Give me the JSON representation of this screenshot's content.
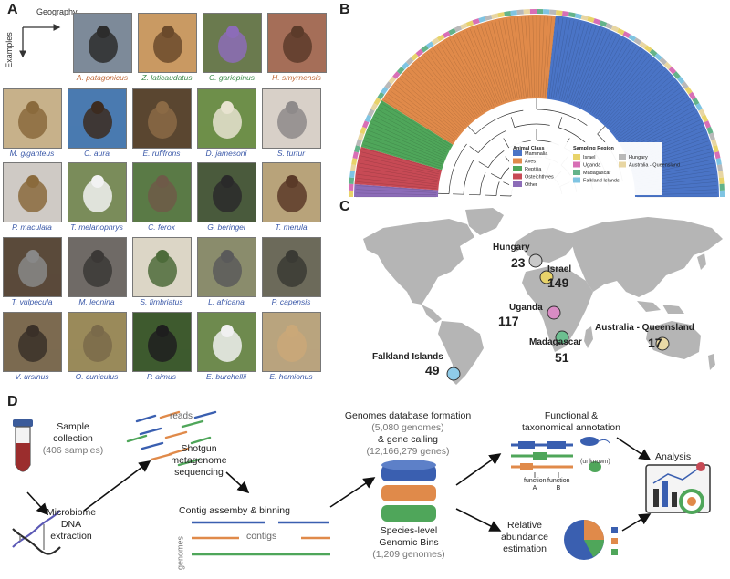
{
  "panels": {
    "a": "A",
    "b": "B",
    "c": "C",
    "d": "D"
  },
  "panel_a": {
    "axis_geography": "Geography",
    "axis_examples": "Examples",
    "species": [
      [
        "A. patagonicus",
        "Z. laticaudatus",
        "C. gariepinus",
        "H. smyrnensis"
      ],
      [
        "M. giganteus",
        "C. aura",
        "E. rufifrons",
        "D. jamesoni",
        "S. turtur"
      ],
      [
        "P. maculata",
        "T. melanophrys",
        "C. ferox",
        "G. beringei",
        "T. merula"
      ],
      [
        "T. vulpecula",
        "M. leonina",
        "S. fimbriatus",
        "L. africana",
        "P. capensis"
      ],
      [
        "V. ursinus",
        "O. cuniculus",
        "P. aimus",
        "E. burchellii",
        "E. hemionus"
      ]
    ]
  },
  "panel_b": {
    "legend_class_title": "Animal Class",
    "legend_region_title": "Sampling Region",
    "classes": [
      {
        "name": "Mammalia",
        "color": "#4a74c6"
      },
      {
        "name": "Aves",
        "color": "#e08a4a"
      },
      {
        "name": "Reptilia",
        "color": "#4fa65a"
      },
      {
        "name": "Osteichthyes",
        "color": "#c74a55"
      },
      {
        "name": "Other",
        "color": "#8c6cb8"
      }
    ],
    "regions": [
      {
        "name": "Israel",
        "color": "#e8d36a"
      },
      {
        "name": "Uganda",
        "color": "#d86fb6"
      },
      {
        "name": "Madagascar",
        "color": "#63b38a"
      },
      {
        "name": "Falkland Islands",
        "color": "#7fc4e2"
      },
      {
        "name": "Hungary",
        "color": "#b9b9b9"
      },
      {
        "name": "Australia - Queensland",
        "color": "#e8d6a2"
      }
    ]
  },
  "panel_c": {
    "sites": [
      {
        "name": "Hungary",
        "count": "23",
        "color": "#c9c9c9"
      },
      {
        "name": "Israel",
        "count": "149",
        "color": "#e8d36a"
      },
      {
        "name": "Uganda",
        "count": "117",
        "color": "#d98cc4"
      },
      {
        "name": "Madagascar",
        "count": "51",
        "color": "#6cbf90"
      },
      {
        "name": "Australia - Queensland",
        "count": "17",
        "color": "#eadaa6"
      },
      {
        "name": "Falkland Islands",
        "count": "49",
        "color": "#8fcbe8"
      }
    ]
  },
  "panel_d": {
    "sample_collection": "Sample",
    "sample_collection2": "collection",
    "sample_count": "(406 samples)",
    "extraction1": "Microbiome",
    "extraction2": "DNA",
    "extraction3": "extraction",
    "reads": "reads",
    "seq1": "Shotgun",
    "seq2": "metagenome",
    "seq3": "sequencing",
    "contig_assembly": "Contig assemby & binning",
    "genomes_axis": "genomes",
    "contigs": "contigs",
    "db1": "Genomes database formation",
    "db_count": "(5,080 genomes)",
    "db2": "& gene calling",
    "gene_count": "(12,166,279 genes)",
    "bins1": "Species-level",
    "bins2": "Genomic Bins",
    "bins_count": "(1,209 genomes)",
    "func1": "Functional &",
    "func2": "taxonomical annotation",
    "unknown": "(unknown)",
    "function_a": "function",
    "function_a2": "A",
    "function_b": "function",
    "function_b2": "B",
    "abund1": "Relative",
    "abund2": "abundance",
    "abund3": "estimation",
    "analysis": "Analysis"
  }
}
